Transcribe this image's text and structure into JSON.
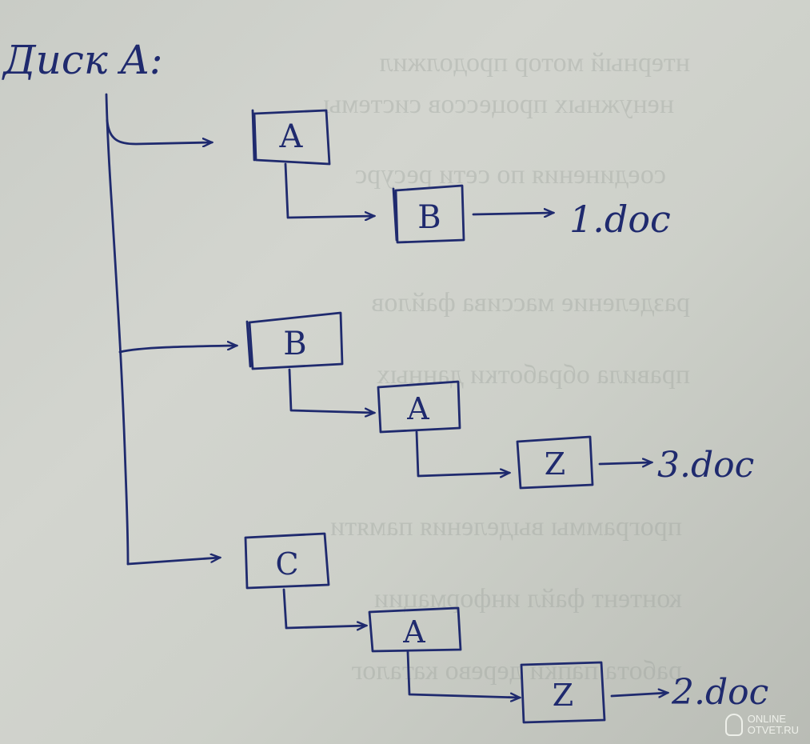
{
  "heading": "Диск A:",
  "ink_color": "#1f2a6e",
  "paper_color": "#cfd2cb",
  "tree": [
    {
      "folder": "A",
      "children": [
        {
          "folder": "B",
          "file": "1.doc"
        }
      ]
    },
    {
      "folder": "B",
      "children": [
        {
          "folder": "A",
          "children": [
            {
              "folder": "Z",
              "file": "3.doc"
            }
          ]
        }
      ]
    },
    {
      "folder": "C",
      "children": [
        {
          "folder": "A",
          "children": [
            {
              "folder": "Z",
              "file": "2.doc"
            }
          ]
        }
      ]
    }
  ],
  "watermark": {
    "line1": "ONLINE",
    "line2": "OTVET.RU",
    "icon": "lightbulb-icon"
  }
}
